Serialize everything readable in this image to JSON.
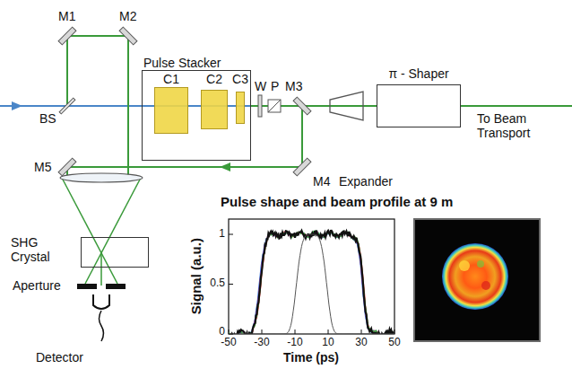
{
  "diagram": {
    "nodes": [
      {
        "text": [
          "Pulse Stacker"
        ]
      },
      {
        "text": [
          "C1"
        ],
        "in": 0
      },
      {
        "text": [
          "C2"
        ],
        "in": 0
      },
      {
        "text": [
          "C3"
        ],
        "in": 0
      },
      {
        "text": [
          "π - Shaper"
        ]
      },
      {
        "text": [
          "SHG Crystal"
        ]
      }
    ],
    "edges": [
      {
        "from": 0,
        "to": 4,
        "arrow": "none"
      }
    ],
    "labels": [
      "M1",
      "M2",
      "BS",
      "W",
      "P",
      "M3",
      "M4",
      "M5",
      "Expander",
      "To Beam Transport",
      "Aperture",
      "Detector",
      "Pulse shape and beam profile at 9 m",
      "Signal (a.u.)",
      "1",
      "0.5",
      "0",
      "-50",
      "-30",
      "-10",
      "10",
      "30",
      "50",
      "Time (ps)"
    ]
  }
}
